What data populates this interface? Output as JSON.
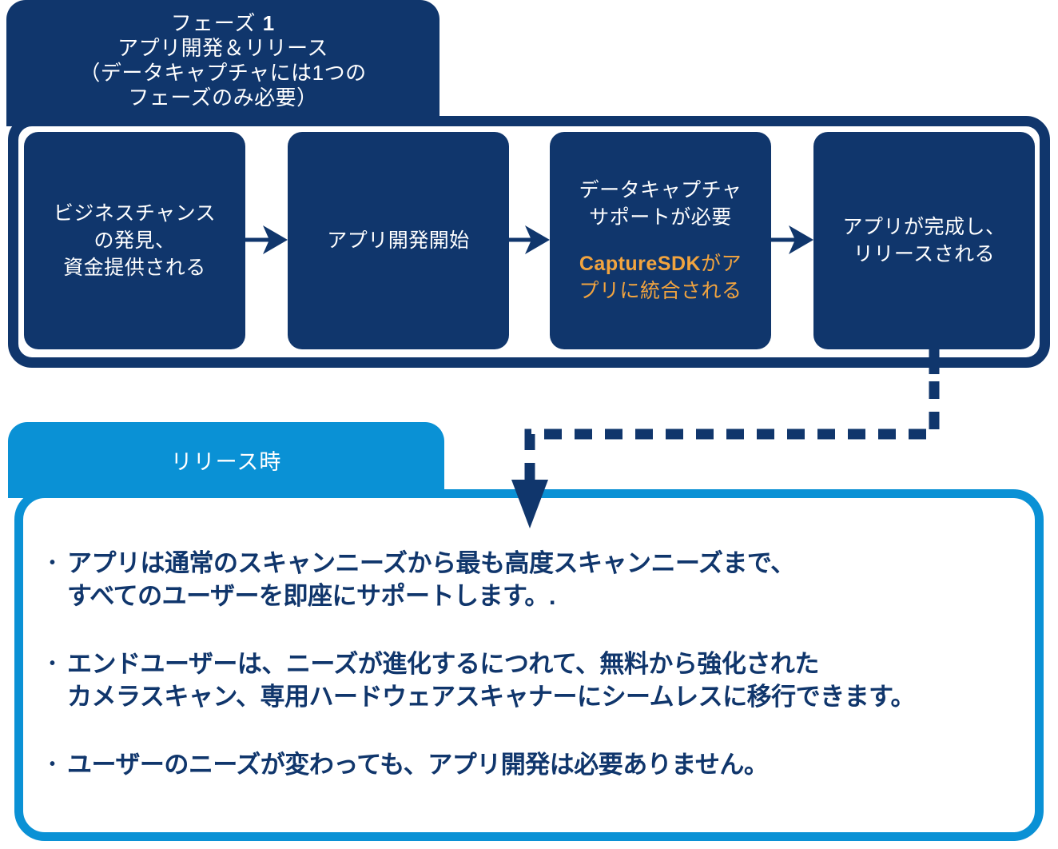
{
  "colors": {
    "navy": "#10366C",
    "lightblue": "#0A91D5",
    "orange": "#F2A43F",
    "white": "#FFFFFF"
  },
  "phase1": {
    "tab": {
      "title_prefix": "フェーズ ",
      "title_number": "1",
      "subtitle": "アプリ開発＆リリース\n（データキャプチャには1つの\nフェーズのみ必要）"
    },
    "steps": [
      {
        "text": "ビジネスチャンス\nの発見、\n資金提供される"
      },
      {
        "text": "アプリ開発開始"
      },
      {
        "text": "データキャプチャ\nサポートが必要",
        "note_bold": "CaptureSDK",
        "note_rest": "がア\nプリに統合される"
      },
      {
        "text": "アプリが完成し、\nリリースされる"
      }
    ]
  },
  "release": {
    "tab_label": "リリース時",
    "bullets": [
      "アプリは通常のスキャンニーズから最も高度スキャンニーズまで、\nすべてのユーザーを即座にサポートします。.",
      "エンドユーザーは、ニーズが進化するにつれて、無料から強化された\nカメラスキャン、専用ハードウェアスキャナーにシームレスに移行できます。",
      "ユーザーのニーズが変わっても、アプリ開発は必要ありません。"
    ]
  }
}
